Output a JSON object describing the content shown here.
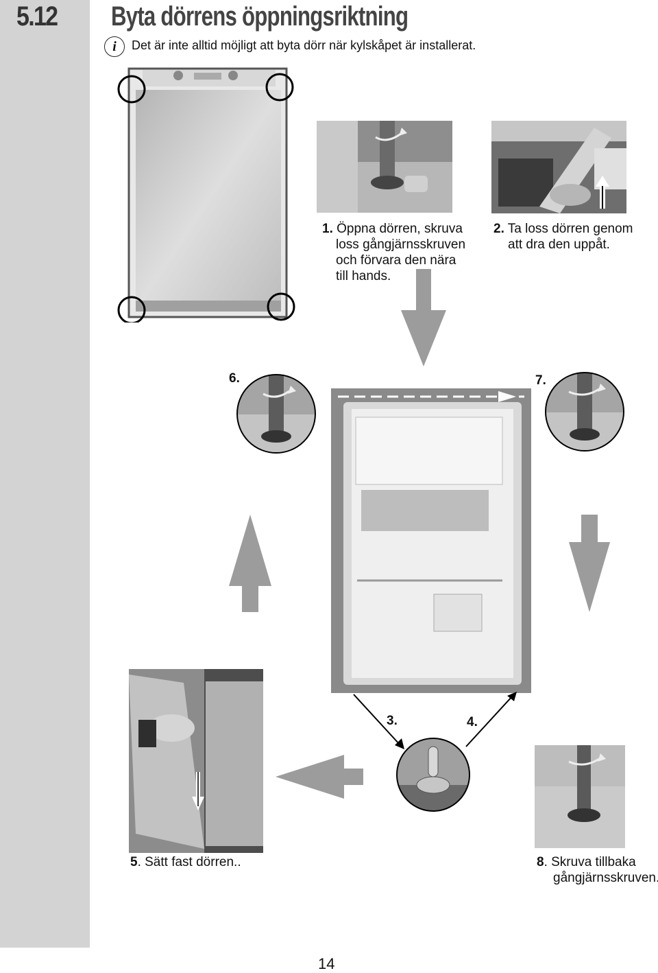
{
  "section": {
    "number": "5.12",
    "title": "Byta dörrens öppningsriktning"
  },
  "info": {
    "icon": "info-icon",
    "text": "Det är inte alltid möjligt att byta dörr när kylskåpet är installerat."
  },
  "steps": {
    "s1": {
      "num": "1.",
      "lines": [
        "Öppna dörren, skruva",
        "loss gångjärnsskruven",
        "och förvara den nära",
        "till hands."
      ]
    },
    "s2": {
      "num": "2.",
      "lines": [
        "Ta loss dörren genom",
        "att dra den uppåt."
      ]
    },
    "s3": {
      "num": "3."
    },
    "s4": {
      "num": "4."
    },
    "s5": {
      "num": "5",
      "text": ". Sätt fast dörren.."
    },
    "s6": {
      "num": "6."
    },
    "s7": {
      "num": "7."
    },
    "s8": {
      "num": "8",
      "lines": [
        ". Skruva tillbaka",
        "gångjärnsskruven."
      ]
    }
  },
  "page_number": "14",
  "colors": {
    "sidebar": "#d3d3d3",
    "arrow": "#9c9c9c"
  }
}
